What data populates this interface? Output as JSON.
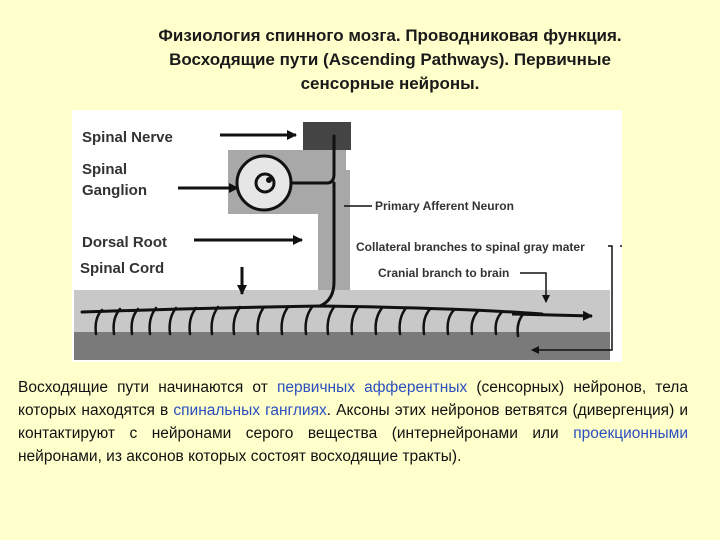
{
  "title": {
    "line1": "Физиология спинного мозга. Проводниковая функция.",
    "line2": "Восходящие пути (Ascending Pathways). Первичные",
    "line3": "сенсорные нейроны."
  },
  "diagram": {
    "labels": {
      "spinal_nerve": "Spinal Nerve",
      "spinal_ganglion_1": "Spinal",
      "spinal_ganglion_2": "Ganglion",
      "dorsal_root": "Dorsal Root",
      "spinal_cord": "Spinal Cord",
      "primary_afferent": "Primary Afferent Neuron",
      "collateral": "Collateral branches to spinal gray mater",
      "cranial": "Cranial branch to brain"
    }
  },
  "paragraph": {
    "s1": "Восходящие пути начинаются от ",
    "h1": "первичных афферентных",
    "s2": " (сенсорных) нейронов, тела которых находятся в ",
    "h2": "спинальных ганглиях",
    "s3": ". Аксоны этих нейронов ветвятся (дивергенция) и контактируют с нейронами серого вещества (интернейронами или ",
    "h3": "проекционными",
    "s4": " нейронами, из аксонов которых состоят восходящие тракты)."
  },
  "colors": {
    "background": "#ffffcc",
    "highlight": "#2a4fbf"
  }
}
